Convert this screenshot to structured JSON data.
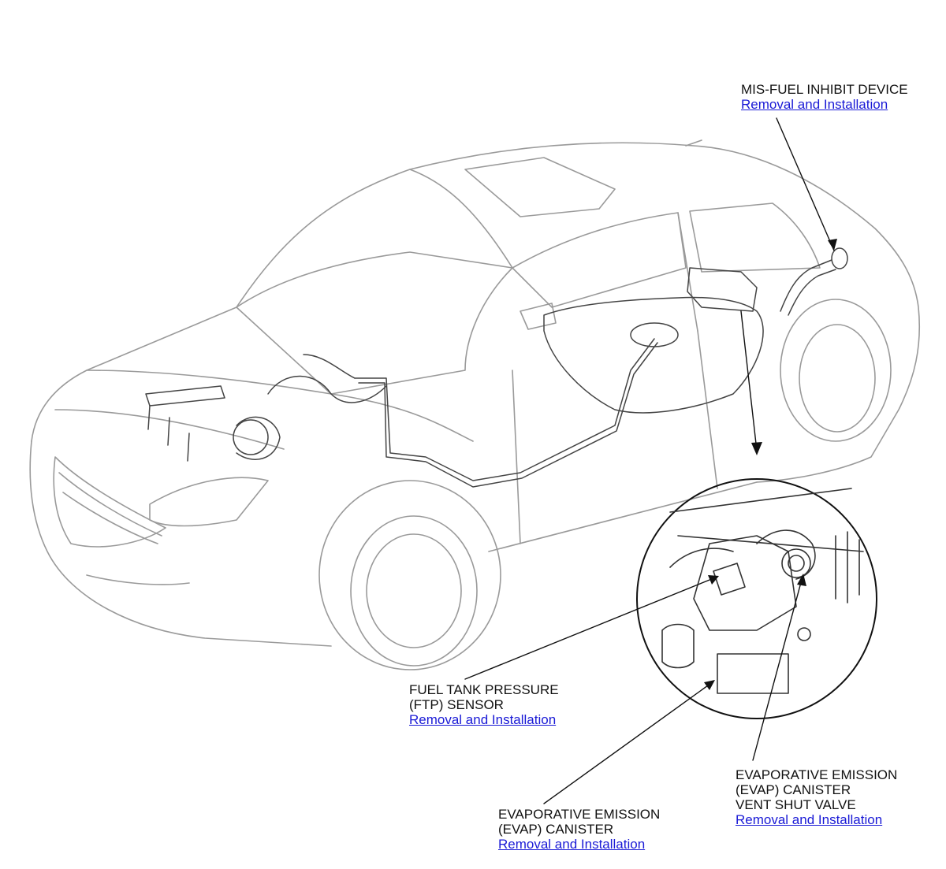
{
  "callouts": {
    "mis_fuel": {
      "lines": [
        "MIS-FUEL INHIBIT DEVICE"
      ],
      "link": "Removal and Installation"
    },
    "ftp_sensor": {
      "lines": [
        "FUEL TANK PRESSURE",
        "(FTP) SENSOR"
      ],
      "link": "Removal and Installation"
    },
    "evap_canister": {
      "lines": [
        "EVAPORATIVE EMISSION",
        "(EVAP) CANISTER"
      ],
      "link": "Removal and Installation"
    },
    "vent_shut_valve": {
      "lines": [
        "EVAPORATIVE EMISSION",
        "(EVAP) CANISTER",
        "VENT SHUT VALVE"
      ],
      "link": "Removal and Installation"
    }
  },
  "colors": {
    "link": "#1a1ad6",
    "line_art": "#9a9a9a",
    "leader": "#111111"
  }
}
